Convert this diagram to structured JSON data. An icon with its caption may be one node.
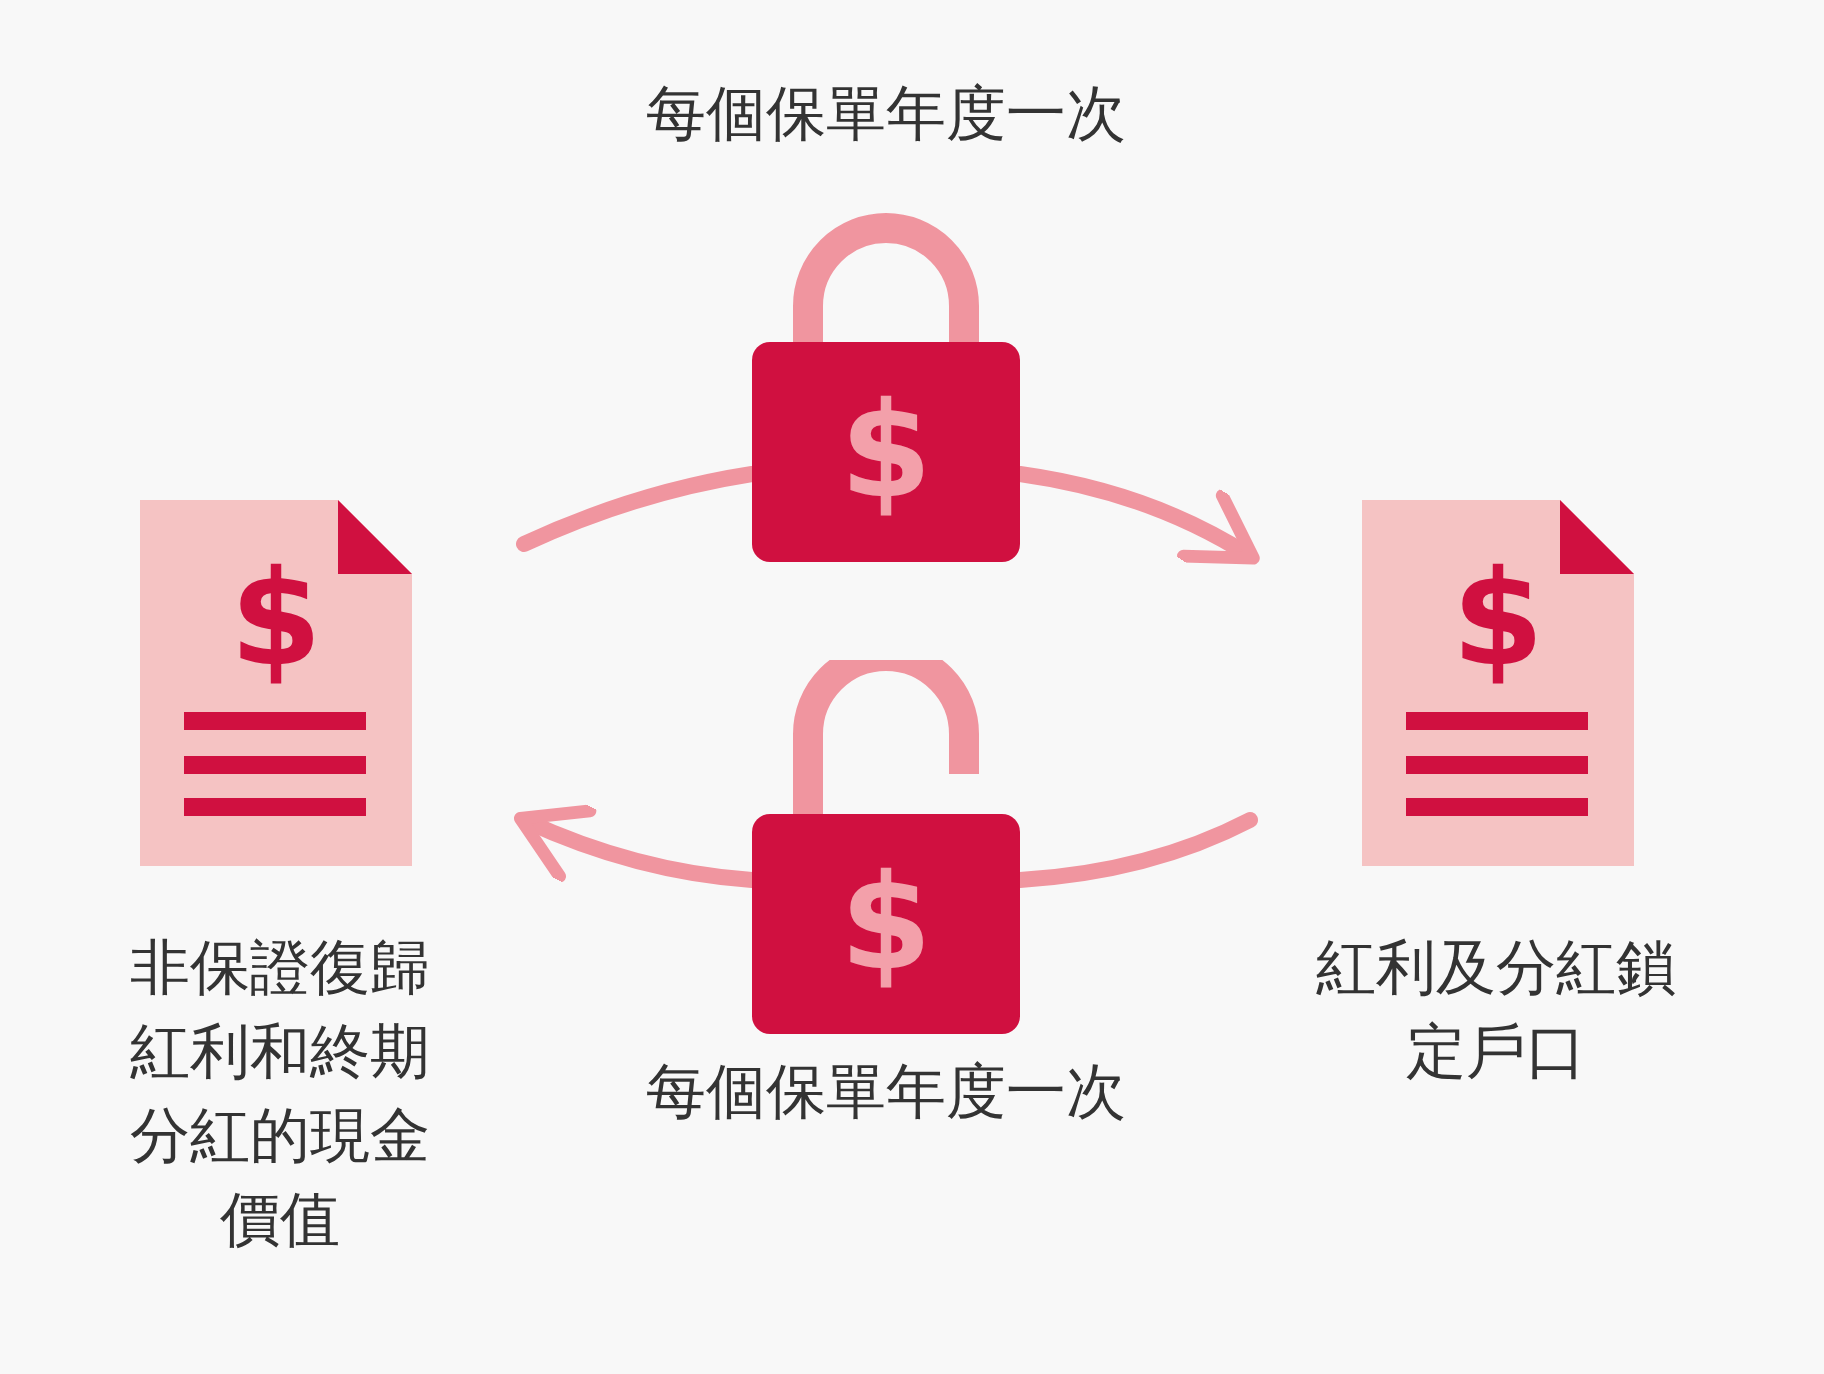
{
  "diagram": {
    "nodes": [
      {
        "text": [
          "$",
          "非保證復歸紅利和終期分紅的現金價值"
        ]
      },
      {
        "text": [
          "$",
          "紅利及分紅鎖定戶口"
        ]
      },
      {
        "text": [
          "$"
        ],
        "beside": [
          "每個保單年度一次"
        ]
      },
      {
        "text": [
          "$"
        ],
        "beside": [
          "每個保單年度一次"
        ]
      }
    ],
    "edges": [
      {
        "from": 0,
        "to": 2,
        "arrow": "none"
      },
      {
        "from": 2,
        "to": 1,
        "arrow": "to"
      },
      {
        "from": 1,
        "to": 3,
        "arrow": "none"
      },
      {
        "from": 3,
        "to": 0,
        "arrow": "to"
      }
    ]
  }
}
